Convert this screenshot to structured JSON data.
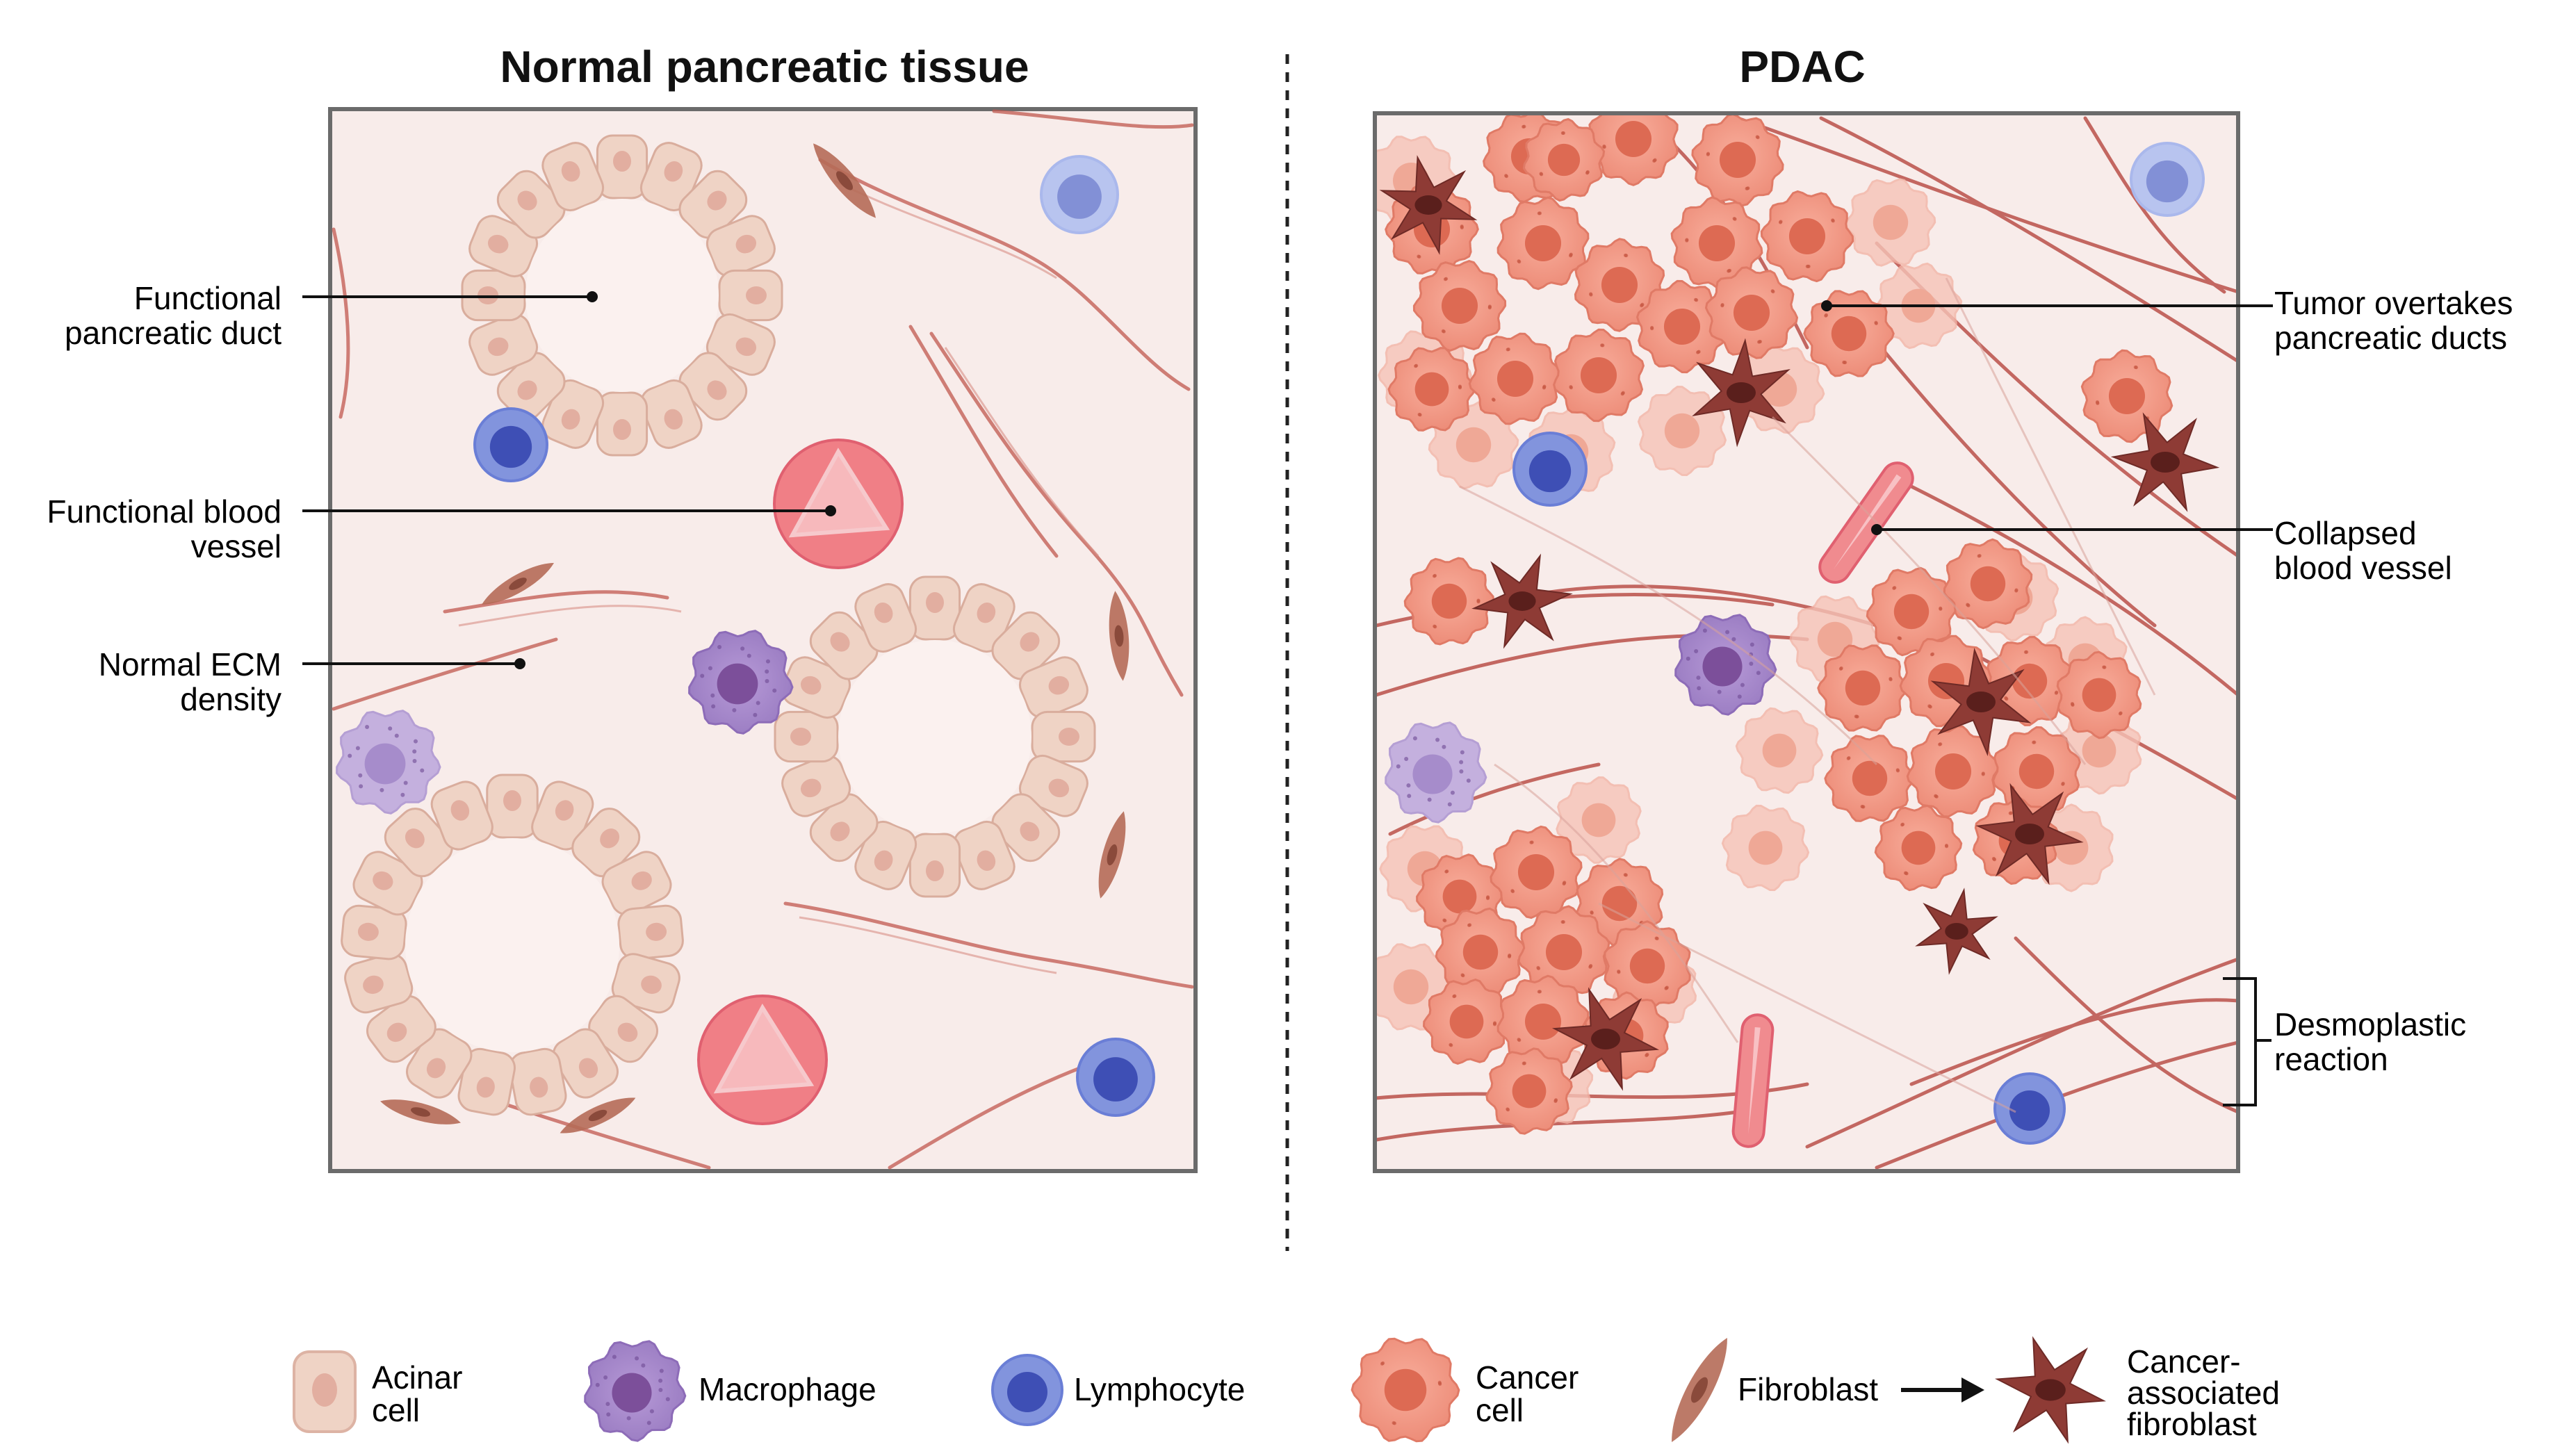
{
  "left_panel": {
    "title": "Normal pancreatic tissue",
    "labels": {
      "duct": [
        "Functional",
        "pancreatic duct"
      ],
      "vessel": [
        "Functional blood",
        "vessel"
      ],
      "ecm": [
        "Normal ECM",
        "density"
      ]
    }
  },
  "right_panel": {
    "title": "PDAC",
    "labels": {
      "tumor": [
        "Tumor overtakes",
        "pancreatic ducts"
      ],
      "collapsed": [
        "Collapsed",
        "blood vessel"
      ],
      "desmo": [
        "Desmoplastic",
        "reaction"
      ]
    }
  },
  "legend": {
    "acinar": [
      "Acinar",
      "cell"
    ],
    "macrophage": "Macrophage",
    "lymphocyte": "Lymphocyte",
    "cancer": [
      "Cancer",
      "cell"
    ],
    "fibroblast": "Fibroblast",
    "caf": [
      "Cancer-",
      "associated",
      "fibroblast"
    ]
  },
  "colors": {
    "tissue_bg": "#f8ecea",
    "acinar": "#efd3c5",
    "acinar_nucleus": "#e2aea0",
    "macrophage": "#a486c8",
    "lymphocyte": "#6a7ed6",
    "cancer": "#f2917e",
    "fibroblast": "#b56c58",
    "caf": "#8e3b35",
    "vessel": "#f08b8f",
    "ecm_fiber": "#b74b45"
  }
}
